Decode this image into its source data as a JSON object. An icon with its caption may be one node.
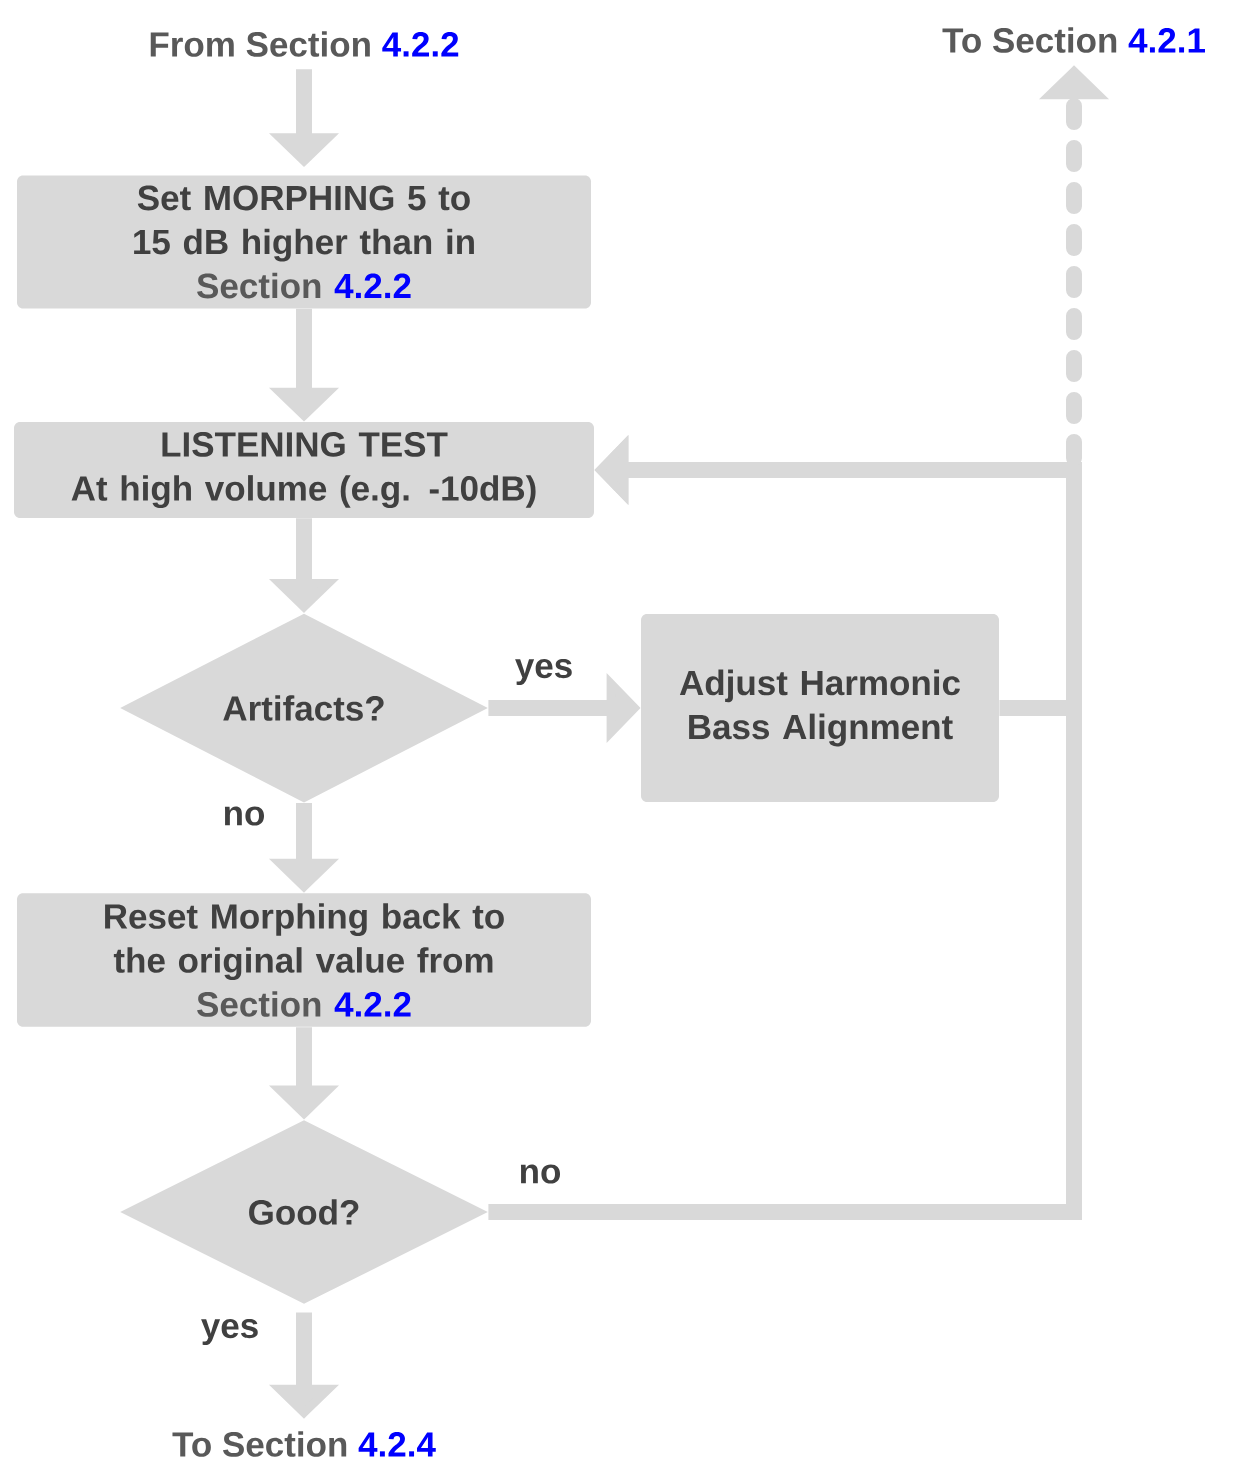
{
  "diagram": {
    "nodes": [
      {
        "text": [
          "From Section",
          "4.2.2"
        ]
      },
      {
        "text": [
          "Set MORPHING 5 to 15 dB higher than in",
          "Section",
          "4.2.2"
        ]
      },
      {
        "text": [
          "LISTENING TEST",
          "At high volume (e.g. -10dB)"
        ]
      },
      {
        "text": [
          "Artifacts?"
        ]
      },
      {
        "text": [
          "Adjust Harmonic Bass Alignment"
        ]
      },
      {
        "text": [
          "Reset Morphing back to the original value from",
          "Section",
          "4.2.2"
        ]
      },
      {
        "text": [
          "Good?"
        ]
      },
      {
        "text": [
          "To Section",
          "4.2.4"
        ]
      },
      {
        "text": [
          "To Section",
          "4.2.1"
        ]
      }
    ],
    "edges": [
      {
        "from": 0,
        "to": 1,
        "arrow": "to"
      },
      {
        "from": 1,
        "to": 2,
        "arrow": "to"
      },
      {
        "from": 2,
        "to": 3,
        "arrow": "to"
      },
      {
        "from": 3,
        "to": 4,
        "arrow": "to",
        "label": "yes"
      },
      {
        "from": 3,
        "to": 5,
        "arrow": "to",
        "label": "no"
      },
      {
        "from": 5,
        "to": 6,
        "arrow": "to"
      },
      {
        "from": 6,
        "to": 7,
        "arrow": "to",
        "label": "yes"
      },
      {
        "from": 6,
        "to": 2,
        "arrow": "to",
        "label": "no"
      },
      {
        "from": 4,
        "to": 2,
        "arrow": "to"
      },
      {
        "from": null,
        "to": 8,
        "arrow": "to",
        "style": "dashed"
      }
    ]
  }
}
